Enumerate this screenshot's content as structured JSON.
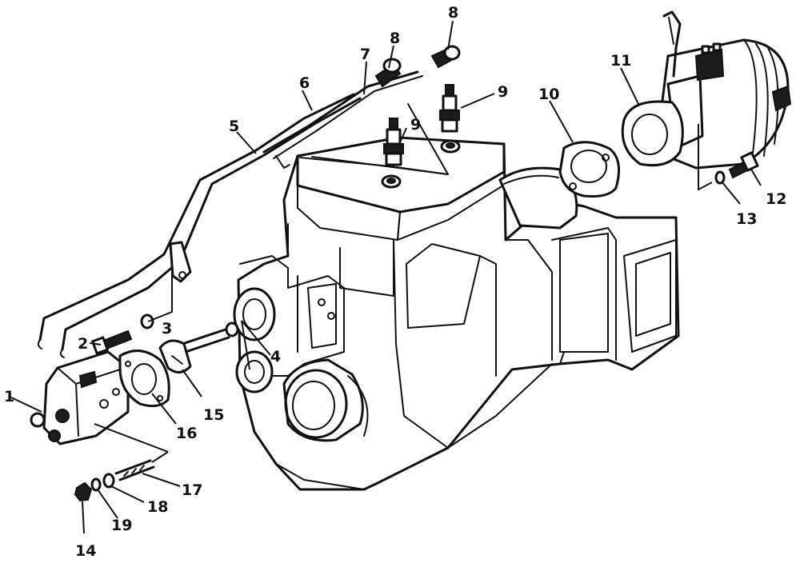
{
  "diagram": {
    "kind": "exploded-view-parts-drawing",
    "callouts": [
      {
        "id": "c1",
        "text": "1"
      },
      {
        "id": "c2",
        "text": "2"
      },
      {
        "id": "c3",
        "text": "3"
      },
      {
        "id": "c4",
        "text": "4"
      },
      {
        "id": "c5",
        "text": "5"
      },
      {
        "id": "c6",
        "text": "6"
      },
      {
        "id": "c7",
        "text": "7"
      },
      {
        "id": "c8a",
        "text": "8"
      },
      {
        "id": "c8b",
        "text": "8"
      },
      {
        "id": "c9a",
        "text": "9"
      },
      {
        "id": "c9b",
        "text": "9"
      },
      {
        "id": "c10",
        "text": "10"
      },
      {
        "id": "c11",
        "text": "11"
      },
      {
        "id": "c12",
        "text": "12"
      },
      {
        "id": "c13",
        "text": "13"
      },
      {
        "id": "c14",
        "text": "14"
      },
      {
        "id": "c15",
        "text": "15"
      },
      {
        "id": "c16",
        "text": "16"
      },
      {
        "id": "c17",
        "text": "17"
      },
      {
        "id": "c18",
        "text": "18"
      },
      {
        "id": "c19",
        "text": "19"
      }
    ]
  }
}
